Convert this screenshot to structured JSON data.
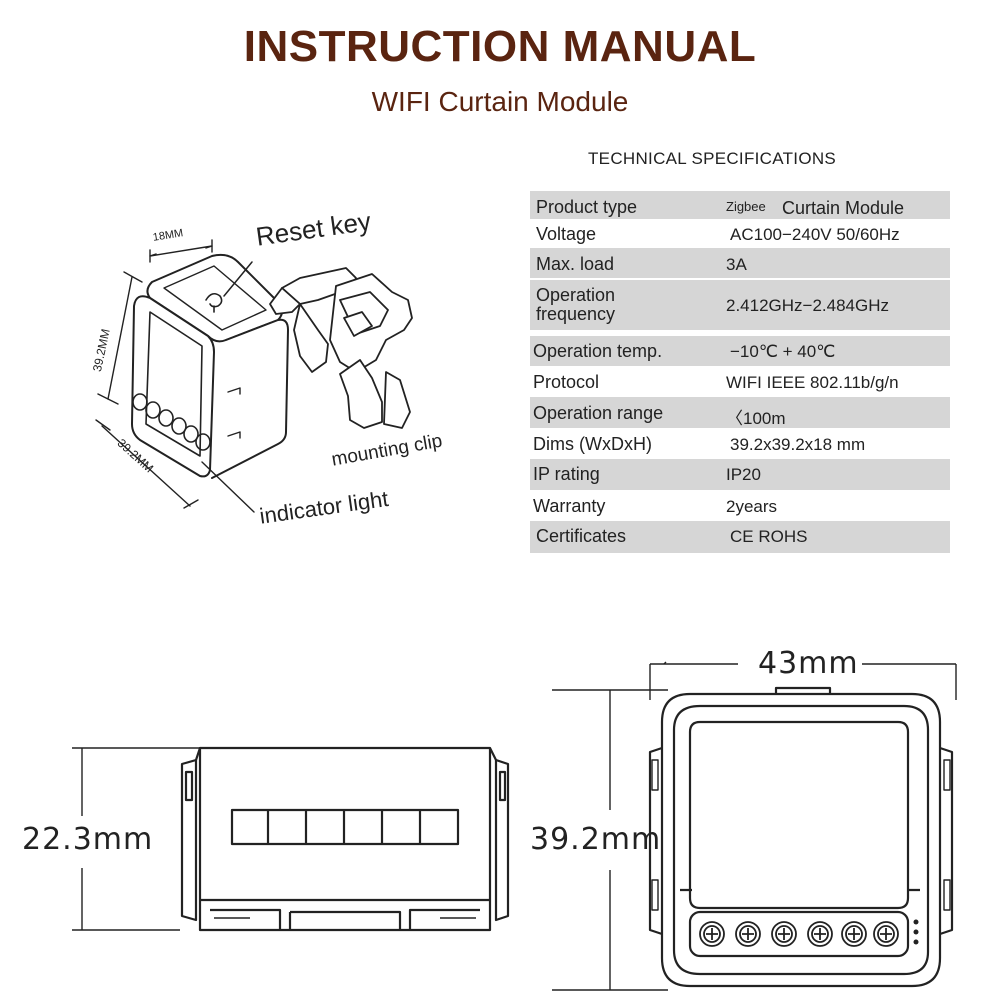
{
  "header": {
    "title": "INSTRUCTION MANUAL",
    "subtitle": "WIFI Curtain Module"
  },
  "specs": {
    "heading": "TECHNICAL SPECIFICATIONS",
    "rows": [
      {
        "label": "Product type",
        "value_small": "Zigbee",
        "value": "Curtain Module"
      },
      {
        "label": "Voltage",
        "value": "AC100−240V 50/60Hz"
      },
      {
        "label": "Max. load",
        "value": "3A"
      },
      {
        "label": "Operation\nfrequency",
        "value": "2.412GHz−2.484GHz"
      },
      {
        "label": "Operation temp.",
        "value": "−10℃ + 40℃"
      },
      {
        "label": "Protocol",
        "value": "WIFI  IEEE 802.11b/g/n"
      },
      {
        "label": "Operation range",
        "value": "〈100m"
      },
      {
        "label": "Dims (WxDxH)",
        "value": "39.2x39.2x18 mm"
      },
      {
        "label": "IP rating",
        "value": "IP20"
      },
      {
        "label": "Warranty",
        "value": "2years"
      },
      {
        "label": "Certificates",
        "value": "CE ROHS"
      }
    ]
  },
  "diagram_iso": {
    "reset_key": "Reset key",
    "mounting_clip": "mounting clip",
    "indicator_light": "indicator light",
    "dim_top": "18MM",
    "dim_left": "39.2MM",
    "dim_bottom": "39.2MM"
  },
  "diagram_side": {
    "height": "22.3mm"
  },
  "diagram_front": {
    "width": "43mm",
    "height": "39.2mm"
  },
  "colors": {
    "title": "#5a2410",
    "row_shade": "#d6d6d6",
    "line": "#222222"
  }
}
